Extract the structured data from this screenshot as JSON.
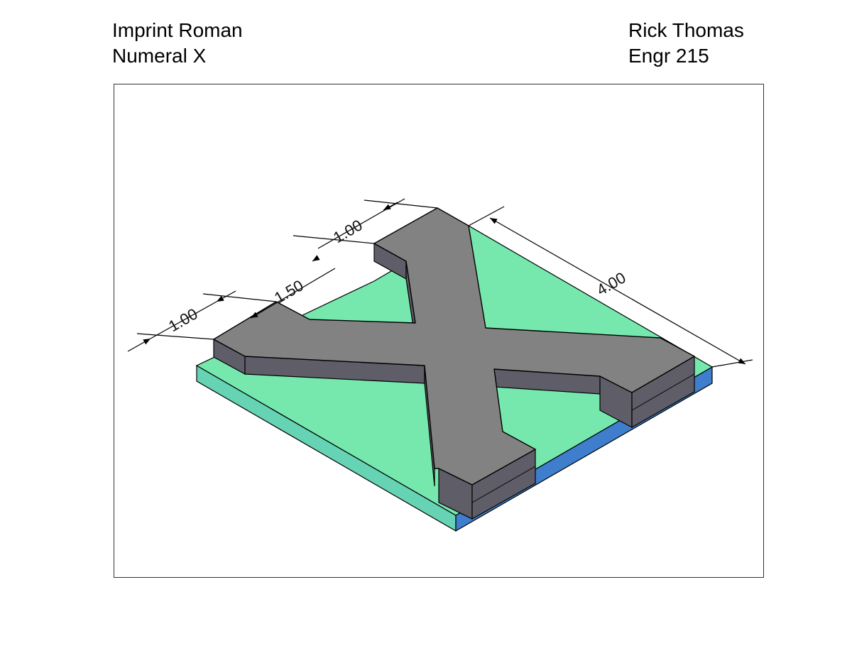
{
  "title_block": {
    "left": {
      "line1": "Imprint Roman",
      "line2": "Numeral X"
    },
    "right": {
      "line1": "Rick Thomas",
      "line2": "Engr 215"
    }
  },
  "dimensions": {
    "left_arm": "1.00",
    "middle_gap": "1.50",
    "right_arm": "1.00",
    "length": "4.00"
  },
  "colors": {
    "plate_top": "#76e8ae",
    "plate_left_face": "#66d4b4",
    "plate_right_face": "#3e7ecc",
    "letter_top": "#828282",
    "letter_side": "#5e5d68",
    "outline": "#000000"
  }
}
